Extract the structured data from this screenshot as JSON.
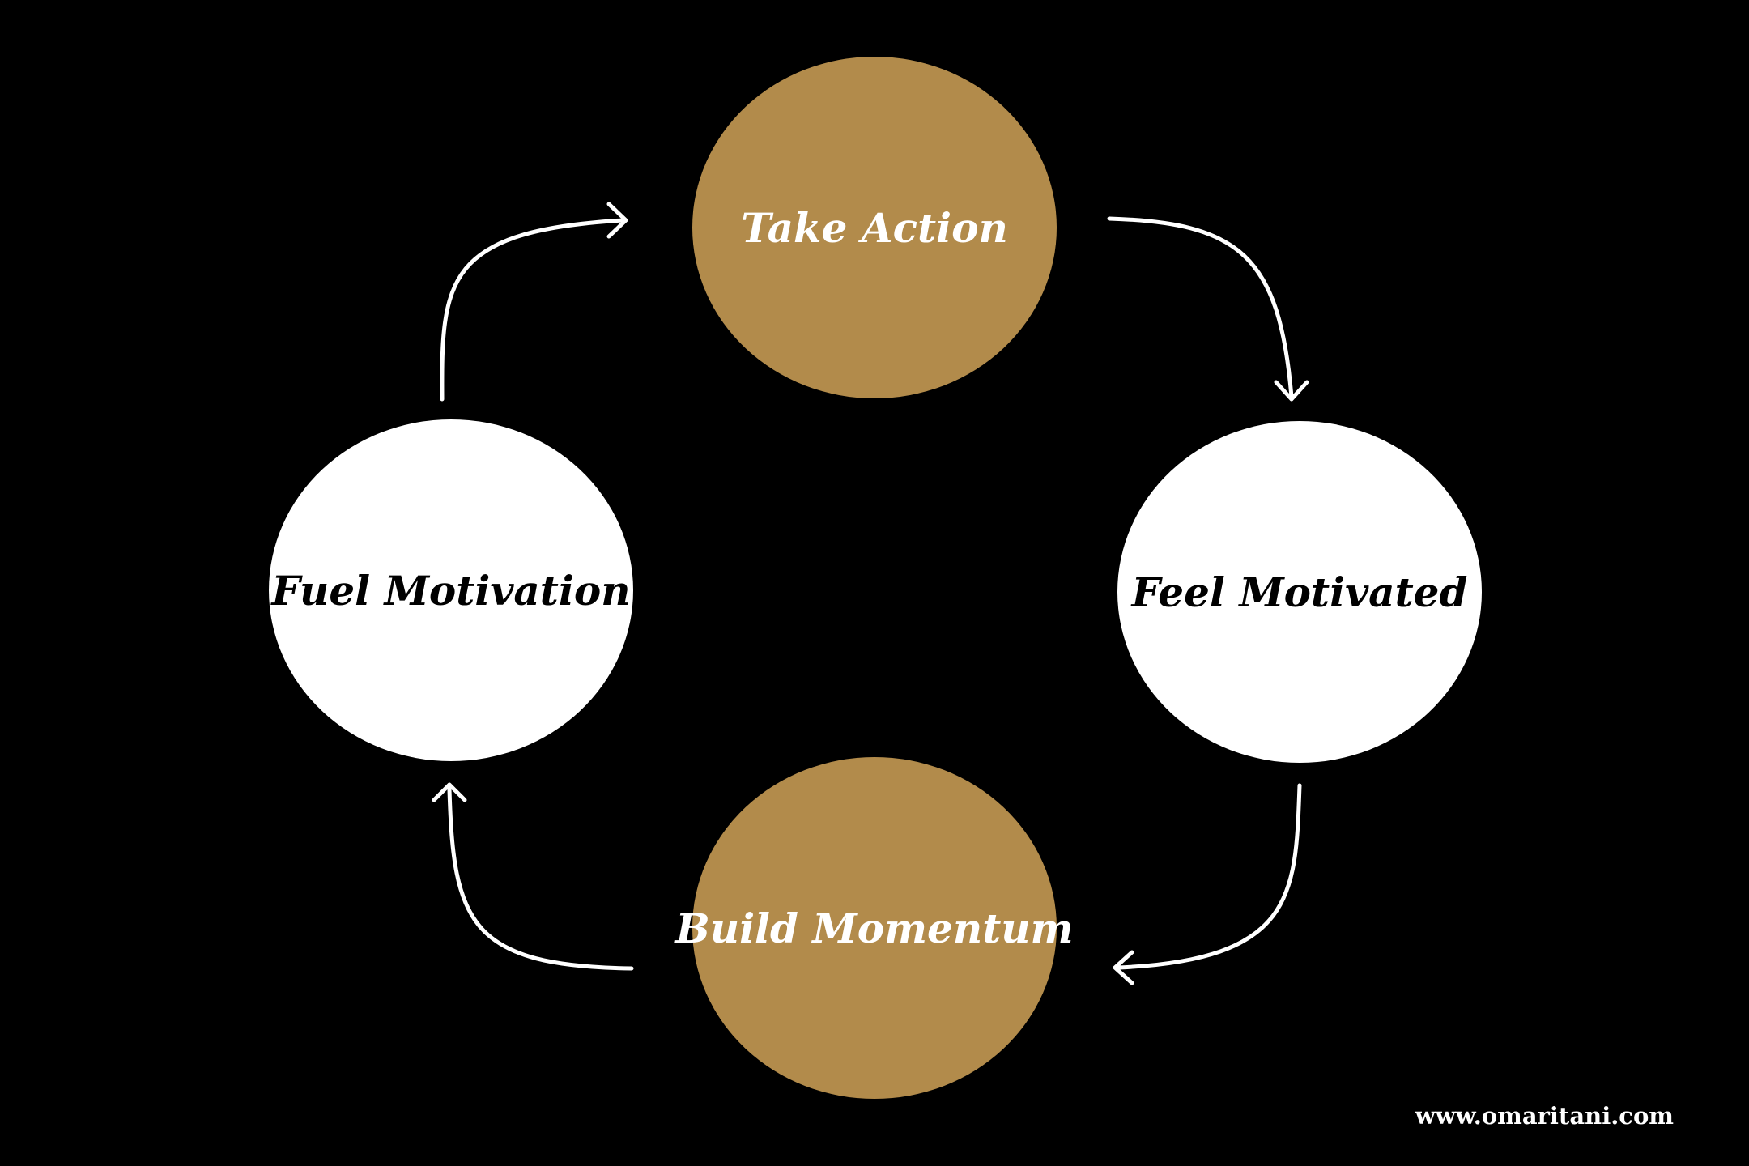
{
  "diagram": {
    "nodes": [
      {
        "id": "take-action",
        "label": "Take Action",
        "fill": "#b28b4b",
        "text_color": "#ffffff"
      },
      {
        "id": "feel-motivated",
        "label": "Feel Motivated",
        "fill": "#ffffff",
        "text_color": "#000000"
      },
      {
        "id": "build-momentum",
        "label": "Build Momentum",
        "fill": "#b28b4b",
        "text_color": "#ffffff"
      },
      {
        "id": "fuel-motivation",
        "label": "Fuel Motivation",
        "fill": "#ffffff",
        "text_color": "#000000"
      }
    ],
    "edges": [
      {
        "from": "take-action",
        "to": "feel-motivated"
      },
      {
        "from": "feel-motivated",
        "to": "build-momentum"
      },
      {
        "from": "build-momentum",
        "to": "fuel-motivation"
      },
      {
        "from": "fuel-motivation",
        "to": "take-action"
      }
    ],
    "background": "#000000",
    "arrow_color": "#ffffff"
  },
  "footer": {
    "website": "www.omaritani.com"
  }
}
